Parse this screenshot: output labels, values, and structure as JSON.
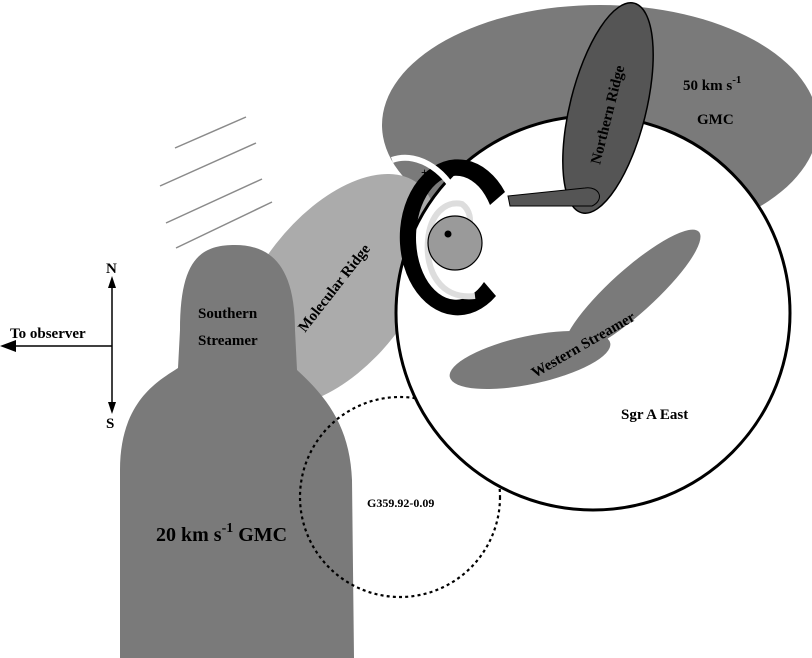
{
  "labels": {
    "gmc50_line1": "50 km s",
    "gmc50_sup": "-1",
    "gmc50_line2": "GMC",
    "northern_ridge": "Northern Ridge",
    "molecular_ridge": "Molecular Ridge",
    "southern_streamer_1": "Southern",
    "southern_streamer_2": "Streamer",
    "western_streamer": "Western Streamer",
    "sgr_a_east": "Sgr A East",
    "g359": "G359.92-0.09",
    "gmc20_a": "20 km s",
    "gmc20_sup": "-1",
    "gmc20_b": " GMC",
    "north": "N",
    "south": "S",
    "to_observer": "To observer",
    "plus": "+"
  },
  "colors": {
    "dark_gray": "#7a7a7a",
    "darker_gray": "#555555",
    "light_gray": "#ababab",
    "white": "#ffffff",
    "black": "#000000"
  }
}
